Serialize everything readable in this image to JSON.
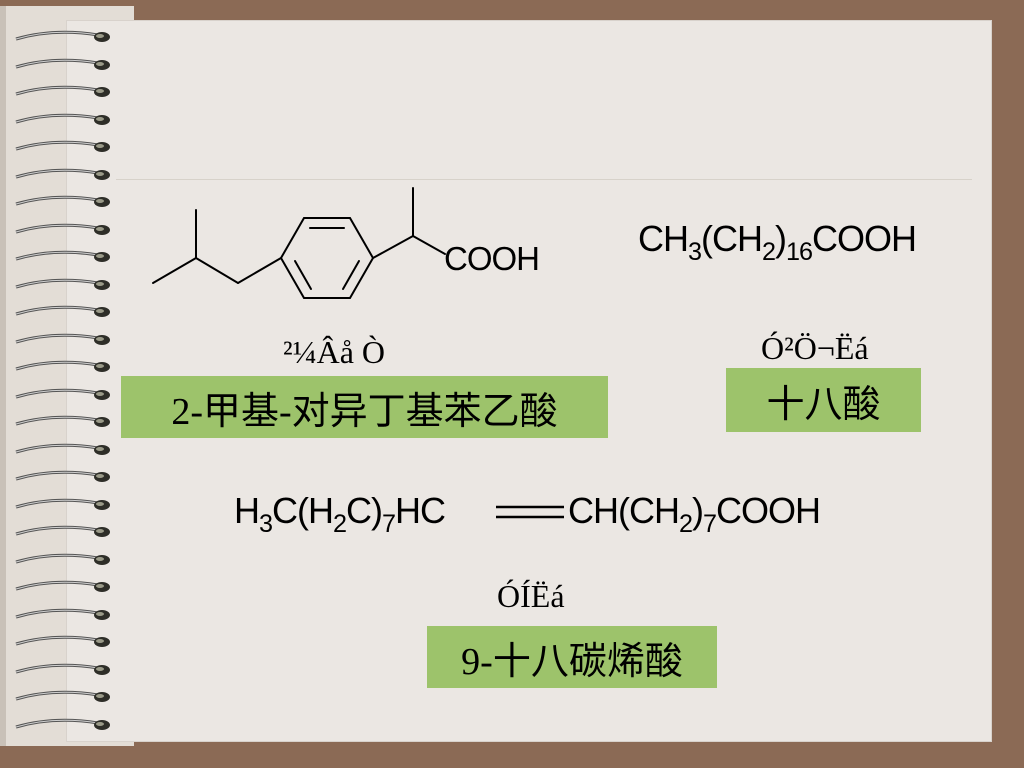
{
  "formulas": {
    "cooh_group": "COOH",
    "stearic": {
      "p1": "CH",
      "s1": "3",
      "p2": "(CH",
      "s2": "2",
      "p3": ")",
      "s3": "16",
      "p4": "COOH"
    },
    "oleic_left": {
      "p1": "H",
      "s1": "3",
      "p2": "C(H",
      "s2": "2",
      "p3": "C)",
      "s3": "7",
      "p4": "HC"
    },
    "oleic_right": {
      "p1": "CH(CH",
      "s1": "2",
      "p2": ")",
      "s2": "7",
      "p3": "COOH"
    }
  },
  "garbled_labels": {
    "ibuprofen": "²¼Âå Ò",
    "stearic": "Ó²Ö¬Ëá",
    "oleic": "ÓÍËá"
  },
  "names": {
    "ibuprofen": "2-甲基-对异丁基苯乙酸",
    "stearic": "十八酸",
    "oleic": "9-十八碳烯酸"
  },
  "colors": {
    "background": "#8b6a55",
    "page": "#ebe7e3",
    "label_box": "#9dc36b"
  }
}
